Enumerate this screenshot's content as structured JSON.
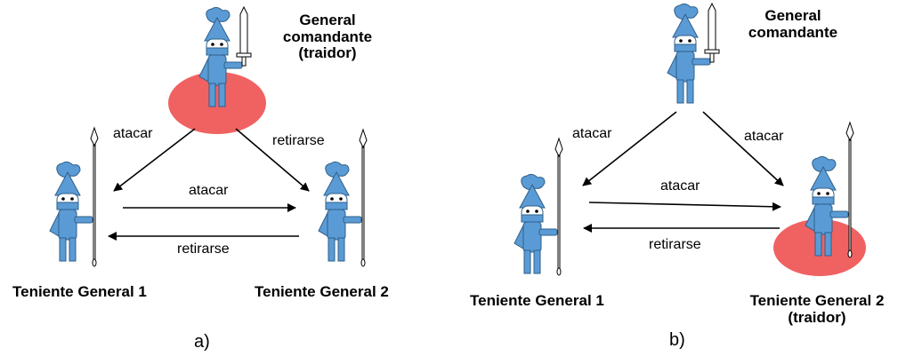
{
  "panel_a": {
    "tag": "a)",
    "commander": {
      "line1": "General",
      "line2": "comandante",
      "line3": "(traidor)"
    },
    "lieutenant1": {
      "line1": "Teniente General 1"
    },
    "lieutenant2": {
      "line1": "Teniente General 2"
    },
    "messages": {
      "commander_to_l1": "atacar",
      "commander_to_l2": "retirarse",
      "l1_to_l2": "atacar",
      "l2_to_l1": "retirarse"
    }
  },
  "panel_b": {
    "tag": "b)",
    "commander": {
      "line1": "General",
      "line2": "comandante"
    },
    "lieutenant1": {
      "line1": "Teniente General 1"
    },
    "lieutenant2": {
      "line1": "Teniente General 2",
      "line2": "(traidor)"
    },
    "messages": {
      "commander_to_l1": "atacar",
      "commander_to_l2": "atacar",
      "l1_to_l2": "atacar",
      "l2_to_l1": "retirarse"
    }
  },
  "colors": {
    "figure": "#5b9bd5",
    "figure_outline": "#2e5f8a",
    "traitor_highlight": "#f06262",
    "arrow": "#000000",
    "sword": "#ffffff"
  },
  "icons": {
    "figure": "knight-figure-icon",
    "sword": "sword-icon",
    "spear": "spear-icon",
    "plume": "plume-icon"
  }
}
